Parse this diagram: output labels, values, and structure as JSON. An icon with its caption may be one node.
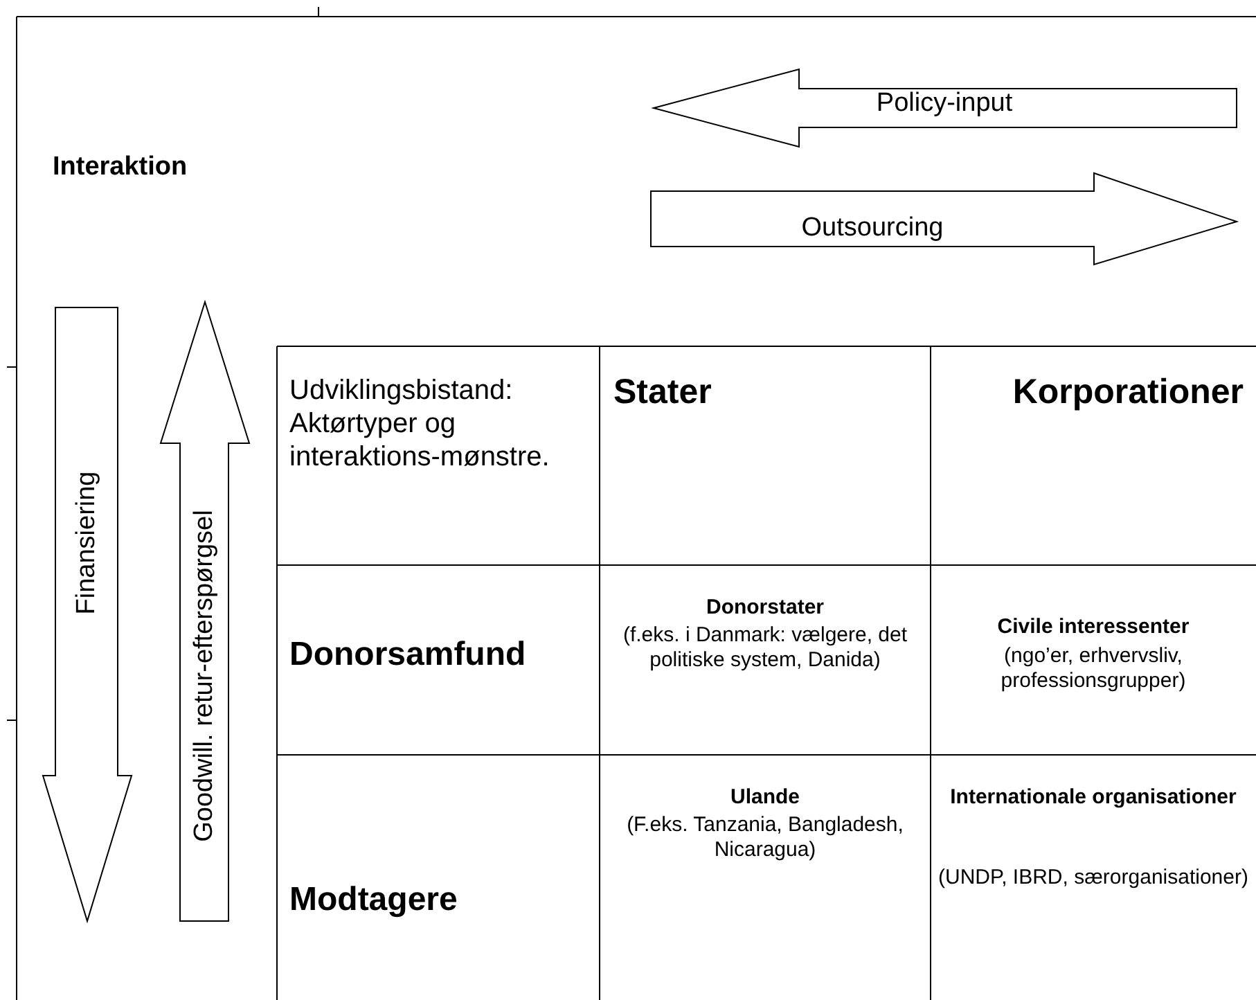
{
  "diagram": {
    "nodes": [
      {
        "text": [
          "Policy-input"
        ]
      },
      {
        "text": [
          "Outsourcing"
        ]
      },
      {
        "text": [
          "Finansiering"
        ]
      },
      {
        "text": [
          "Goodwill. retur-efterspørgsel"
        ]
      }
    ],
    "labels": [
      "Interaktion",
      "Udviklingsbistand: Aktørtyper og interaktions-mønstre.",
      "Stater",
      "Korporationer",
      "Donorsamfund",
      "Donorstater",
      "(f.eks. i Danmark: vælgere, det politiske system, Danida)",
      "Civile interessenter",
      "(ngo’er, erhvervsliv, professionsgrupper)",
      "Modtagere",
      "Ulande",
      "(F.eks. Tanzania, Bangladesh, Nicaragua)",
      "Internationale organisationer",
      "(UNDP, IBRD, særorganisationer)"
    ]
  }
}
